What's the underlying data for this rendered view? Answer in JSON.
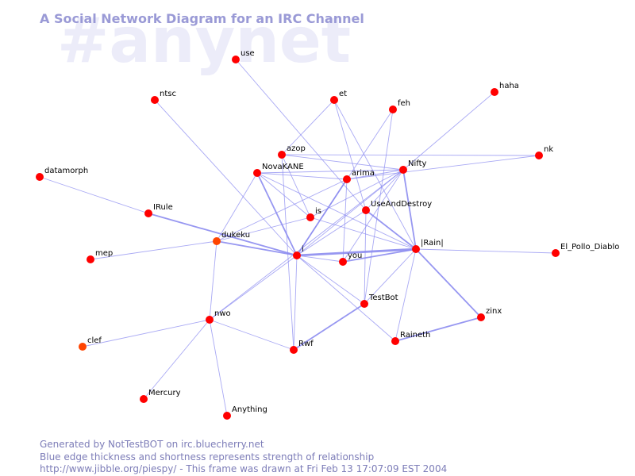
{
  "watermark": "#anynet",
  "title": "A Social Network Diagram for an IRC Channel",
  "footer": {
    "line1": "Generated by NotTestBOT on irc.bluecherry.net",
    "line2": "Blue edge thickness and shortness represents strength of relationship",
    "line3": "http://www.jibble.org/piespy/ - This frame was drawn at Fri Feb 13 17:07:09 EST 2004"
  },
  "colors": {
    "node": "#ff0000",
    "node_alt": "#ff4400",
    "edge": "#8c8cf0"
  },
  "nodes": [
    {
      "id": "use",
      "label": "use"
    },
    {
      "id": "ntsc",
      "label": "ntsc"
    },
    {
      "id": "et",
      "label": "et"
    },
    {
      "id": "haha",
      "label": "haha"
    },
    {
      "id": "feh",
      "label": "feh"
    },
    {
      "id": "nk",
      "label": "nk"
    },
    {
      "id": "azop",
      "label": "azop"
    },
    {
      "id": "nifty",
      "label": "Nifty"
    },
    {
      "id": "novakane",
      "label": "NovaKANE"
    },
    {
      "id": "arima",
      "label": "arima"
    },
    {
      "id": "datamorph",
      "label": "datamorph"
    },
    {
      "id": "useanddestroy",
      "label": "UseAndDestroy"
    },
    {
      "id": "irule",
      "label": "IRule"
    },
    {
      "id": "is",
      "label": "is"
    },
    {
      "id": "dukeku",
      "label": "dukeku",
      "alt": true
    },
    {
      "id": "rain",
      "label": "|Rain|"
    },
    {
      "id": "el_pollo",
      "label": "El_Pollo_Diablo"
    },
    {
      "id": "mep",
      "label": "mep"
    },
    {
      "id": "i",
      "label": "i"
    },
    {
      "id": "you",
      "label": "you"
    },
    {
      "id": "testbot",
      "label": "TestBot"
    },
    {
      "id": "zinx",
      "label": "zinx"
    },
    {
      "id": "nwo",
      "label": "nwo"
    },
    {
      "id": "raineth",
      "label": "Raineth"
    },
    {
      "id": "clef",
      "label": "clef",
      "alt": true
    },
    {
      "id": "rwf",
      "label": "Rwf"
    },
    {
      "id": "mercury",
      "label": "Mercury"
    },
    {
      "id": "anything",
      "label": "Anything"
    }
  ],
  "edges": [
    {
      "from": "use",
      "to": "useanddestroy",
      "weight": 1
    },
    {
      "from": "ntsc",
      "to": "i",
      "weight": 1
    },
    {
      "from": "et",
      "to": "azop",
      "weight": 1
    },
    {
      "from": "et",
      "to": "useanddestroy",
      "weight": 1
    },
    {
      "from": "et",
      "to": "rain",
      "weight": 1
    },
    {
      "from": "feh",
      "to": "i",
      "weight": 1
    },
    {
      "from": "feh",
      "to": "testbot",
      "weight": 1
    },
    {
      "from": "haha",
      "to": "nifty",
      "weight": 1
    },
    {
      "from": "nk",
      "to": "azop",
      "weight": 1
    },
    {
      "from": "nk",
      "to": "arima",
      "weight": 1
    },
    {
      "from": "azop",
      "to": "nifty",
      "weight": 1
    },
    {
      "from": "azop",
      "to": "rwf",
      "weight": 1
    },
    {
      "from": "azop",
      "to": "is",
      "weight": 1
    },
    {
      "from": "novakane",
      "to": "nifty",
      "weight": 1
    },
    {
      "from": "novakane",
      "to": "arima",
      "weight": 1
    },
    {
      "from": "novakane",
      "to": "dukeku",
      "weight": 1
    },
    {
      "from": "novakane",
      "to": "i",
      "weight": 2
    },
    {
      "from": "novakane",
      "to": "is",
      "weight": 1
    },
    {
      "from": "novakane",
      "to": "rain",
      "weight": 1
    },
    {
      "from": "arima",
      "to": "nifty",
      "weight": 1
    },
    {
      "from": "arima",
      "to": "i",
      "weight": 2
    },
    {
      "from": "arima",
      "to": "dukeku",
      "weight": 1
    },
    {
      "from": "arima",
      "to": "you",
      "weight": 1
    },
    {
      "from": "nifty",
      "to": "is",
      "weight": 1
    },
    {
      "from": "nifty",
      "to": "rain",
      "weight": 2
    },
    {
      "from": "nifty",
      "to": "i",
      "weight": 1
    },
    {
      "from": "nifty",
      "to": "you",
      "weight": 1
    },
    {
      "from": "nifty",
      "to": "useanddestroy",
      "weight": 1
    },
    {
      "from": "nifty",
      "to": "nwo",
      "weight": 1
    },
    {
      "from": "useanddestroy",
      "to": "rain",
      "weight": 2
    },
    {
      "from": "useanddestroy",
      "to": "testbot",
      "weight": 1
    },
    {
      "from": "useanddestroy",
      "to": "i",
      "weight": 1
    },
    {
      "from": "datamorph",
      "to": "irule",
      "weight": 1
    },
    {
      "from": "irule",
      "to": "i",
      "weight": 2
    },
    {
      "from": "dukeku",
      "to": "i",
      "weight": 2
    },
    {
      "from": "dukeku",
      "to": "is",
      "weight": 1
    },
    {
      "from": "dukeku",
      "to": "nwo",
      "weight": 1
    },
    {
      "from": "mep",
      "to": "dukeku",
      "weight": 1
    },
    {
      "from": "is",
      "to": "rain",
      "weight": 1
    },
    {
      "from": "i",
      "to": "rain",
      "weight": 3
    },
    {
      "from": "you",
      "to": "rain",
      "weight": 2
    },
    {
      "from": "i",
      "to": "you",
      "weight": 1
    },
    {
      "from": "i",
      "to": "testbot",
      "weight": 1
    },
    {
      "from": "i",
      "to": "raineth",
      "weight": 1
    },
    {
      "from": "i",
      "to": "rwf",
      "weight": 1
    },
    {
      "from": "i",
      "to": "nwo",
      "weight": 1
    },
    {
      "from": "rain",
      "to": "el_pollo",
      "weight": 1
    },
    {
      "from": "rain",
      "to": "zinx",
      "weight": 2
    },
    {
      "from": "rain",
      "to": "testbot",
      "weight": 1
    },
    {
      "from": "rain",
      "to": "raineth",
      "weight": 1
    },
    {
      "from": "testbot",
      "to": "rwf",
      "weight": 2
    },
    {
      "from": "zinx",
      "to": "raineth",
      "weight": 2
    },
    {
      "from": "nwo",
      "to": "rwf",
      "weight": 1
    },
    {
      "from": "nwo",
      "to": "clef",
      "weight": 1
    },
    {
      "from": "nwo",
      "to": "mercury",
      "weight": 1
    },
    {
      "from": "nwo",
      "to": "anything",
      "weight": 1
    }
  ]
}
